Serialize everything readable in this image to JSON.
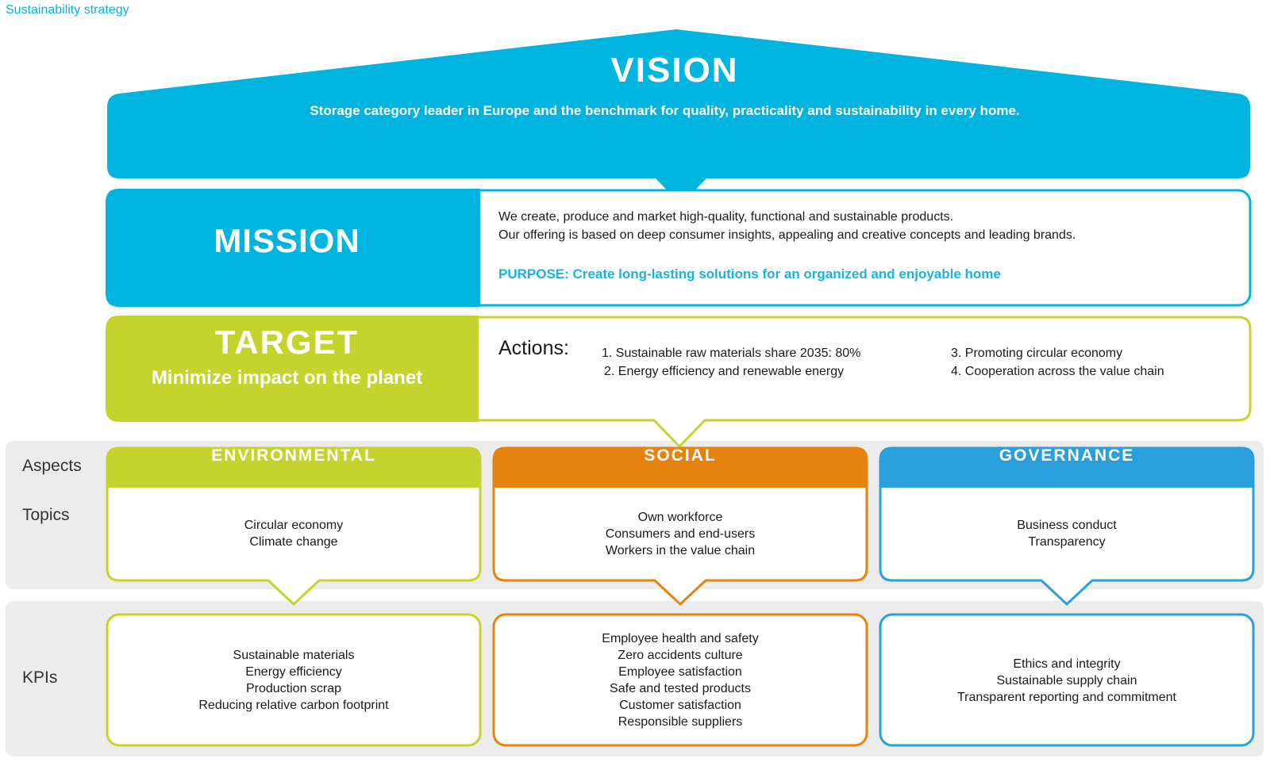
{
  "page_title": "Sustainability strategy",
  "vision": {
    "title": "VISION",
    "text": "Storage category leader in Europe and the benchmark for quality, practicality and sustainability in every home."
  },
  "mission": {
    "title": "MISSION",
    "line1": "We create, produce and market high-quality, functional and sustainable products.",
    "line2": "Our offering is based on deep consumer insights, appealing and creative concepts and leading brands.",
    "purpose": "PURPOSE: Create long-lasting solutions for an organized and enjoyable home"
  },
  "target": {
    "title": "TARGET",
    "subtitle": "Minimize impact on the planet",
    "actions_label": "Actions:",
    "actions": [
      "1. Sustainable raw materials share 2035: 80%",
      "2. Energy efficiency and renewable energy",
      "3. Promoting circular economy",
      "4. Cooperation across the value chain"
    ]
  },
  "row_labels": {
    "aspects": "Aspects",
    "topics": "Topics",
    "kpis": "KPIs"
  },
  "pillars": [
    {
      "title": "ENVIRONMENTAL",
      "topics": [
        "Circular economy",
        "Climate change"
      ],
      "kpis": [
        "Sustainable materials",
        "Energy efficiency",
        "Production scrap",
        "Reducing relative carbon footprint"
      ]
    },
    {
      "title": "SOCIAL",
      "topics": [
        "Own workforce",
        "Consumers and end-users",
        "Workers in the value chain"
      ],
      "kpis": [
        "Employee health and safety",
        "Zero accidents culture",
        "Employee satisfaction",
        "Safe and tested products",
        "Customer satisfaction",
        "Responsible suppliers"
      ]
    },
    {
      "title": "GOVERNANCE",
      "topics": [
        "Business conduct",
        "Transparency"
      ],
      "kpis": [
        "Ethics and integrity",
        "Sustainable supply chain",
        "Transparent reporting and commitment"
      ]
    }
  ],
  "colors": {
    "cyan": "#00b4e0",
    "lime": "#c4d42c",
    "orange": "#e6820e",
    "blue": "#2a9fdb",
    "panel_gray": "#ececec"
  }
}
